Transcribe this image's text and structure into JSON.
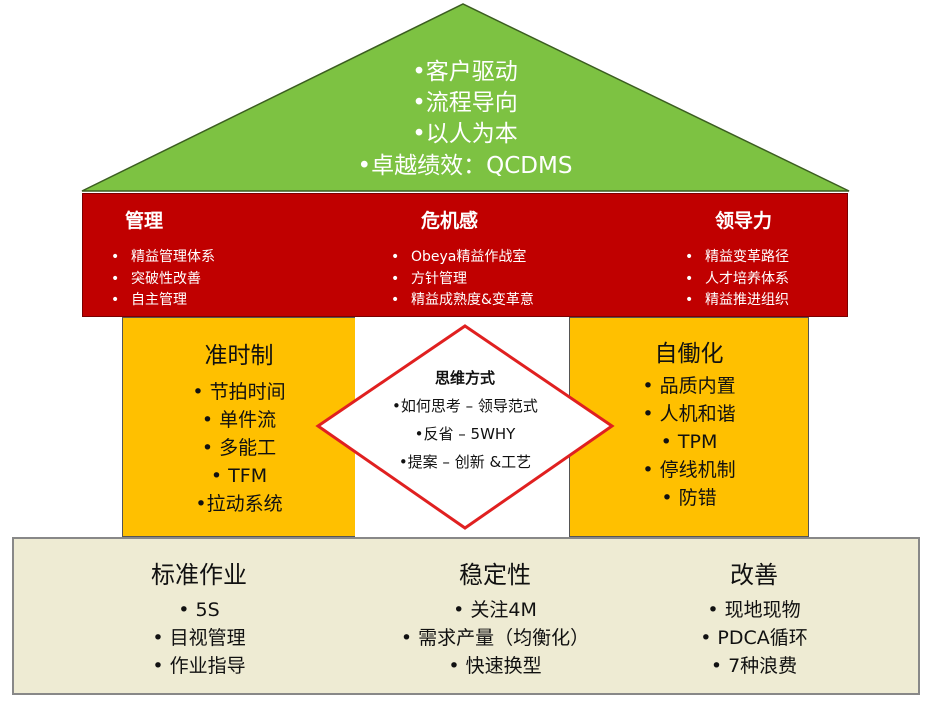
{
  "colors": {
    "roof": "#7dc242",
    "band": "#c00000",
    "pillar": "#ffc000",
    "base": "#eeebd3",
    "diamond_border": "#e02020"
  },
  "roof": {
    "lines": [
      "•客户驱动",
      "•流程导向",
      "•以人为本",
      "•卓越绩效：QCDMS"
    ]
  },
  "band": {
    "columns": [
      {
        "title": "管理",
        "items": [
          "精益管理体系",
          "突破性改善",
          "自主管理"
        ]
      },
      {
        "title": "危机感",
        "items": [
          "Obeya精益作战室",
          "方针管理",
          "精益成熟度&变革意"
        ]
      },
      {
        "title": "领导力",
        "items": [
          "精益变革路径",
          "人才培养体系",
          "精益推进组织"
        ]
      }
    ]
  },
  "pillars": {
    "left": {
      "title": "准时制",
      "items": [
        "• 节拍时间",
        "• 单件流",
        "• 多能工",
        "• TFM",
        "•拉动系统"
      ]
    },
    "right": {
      "title": "自働化",
      "items": [
        "• 品质内置",
        "• 人机和谐",
        "• TPM",
        "• 停线机制",
        "• 防错"
      ]
    }
  },
  "diamond": {
    "title": "思维方式",
    "items": [
      "•如何思考 – 领导范式",
      "•反省 – 5WHY",
      "•提案 – 创新 &工艺"
    ]
  },
  "base": {
    "columns": [
      {
        "title": "标准作业",
        "items": [
          "• 5S",
          "• 目视管理",
          "• 作业指导"
        ]
      },
      {
        "title": "稳定性",
        "items": [
          "• 关注4M",
          "• 需求产量（均衡化）",
          "• 快速换型"
        ]
      },
      {
        "title": "改善",
        "items": [
          "• 现地现物",
          "• PDCA循环",
          "• 7种浪费"
        ]
      }
    ]
  }
}
